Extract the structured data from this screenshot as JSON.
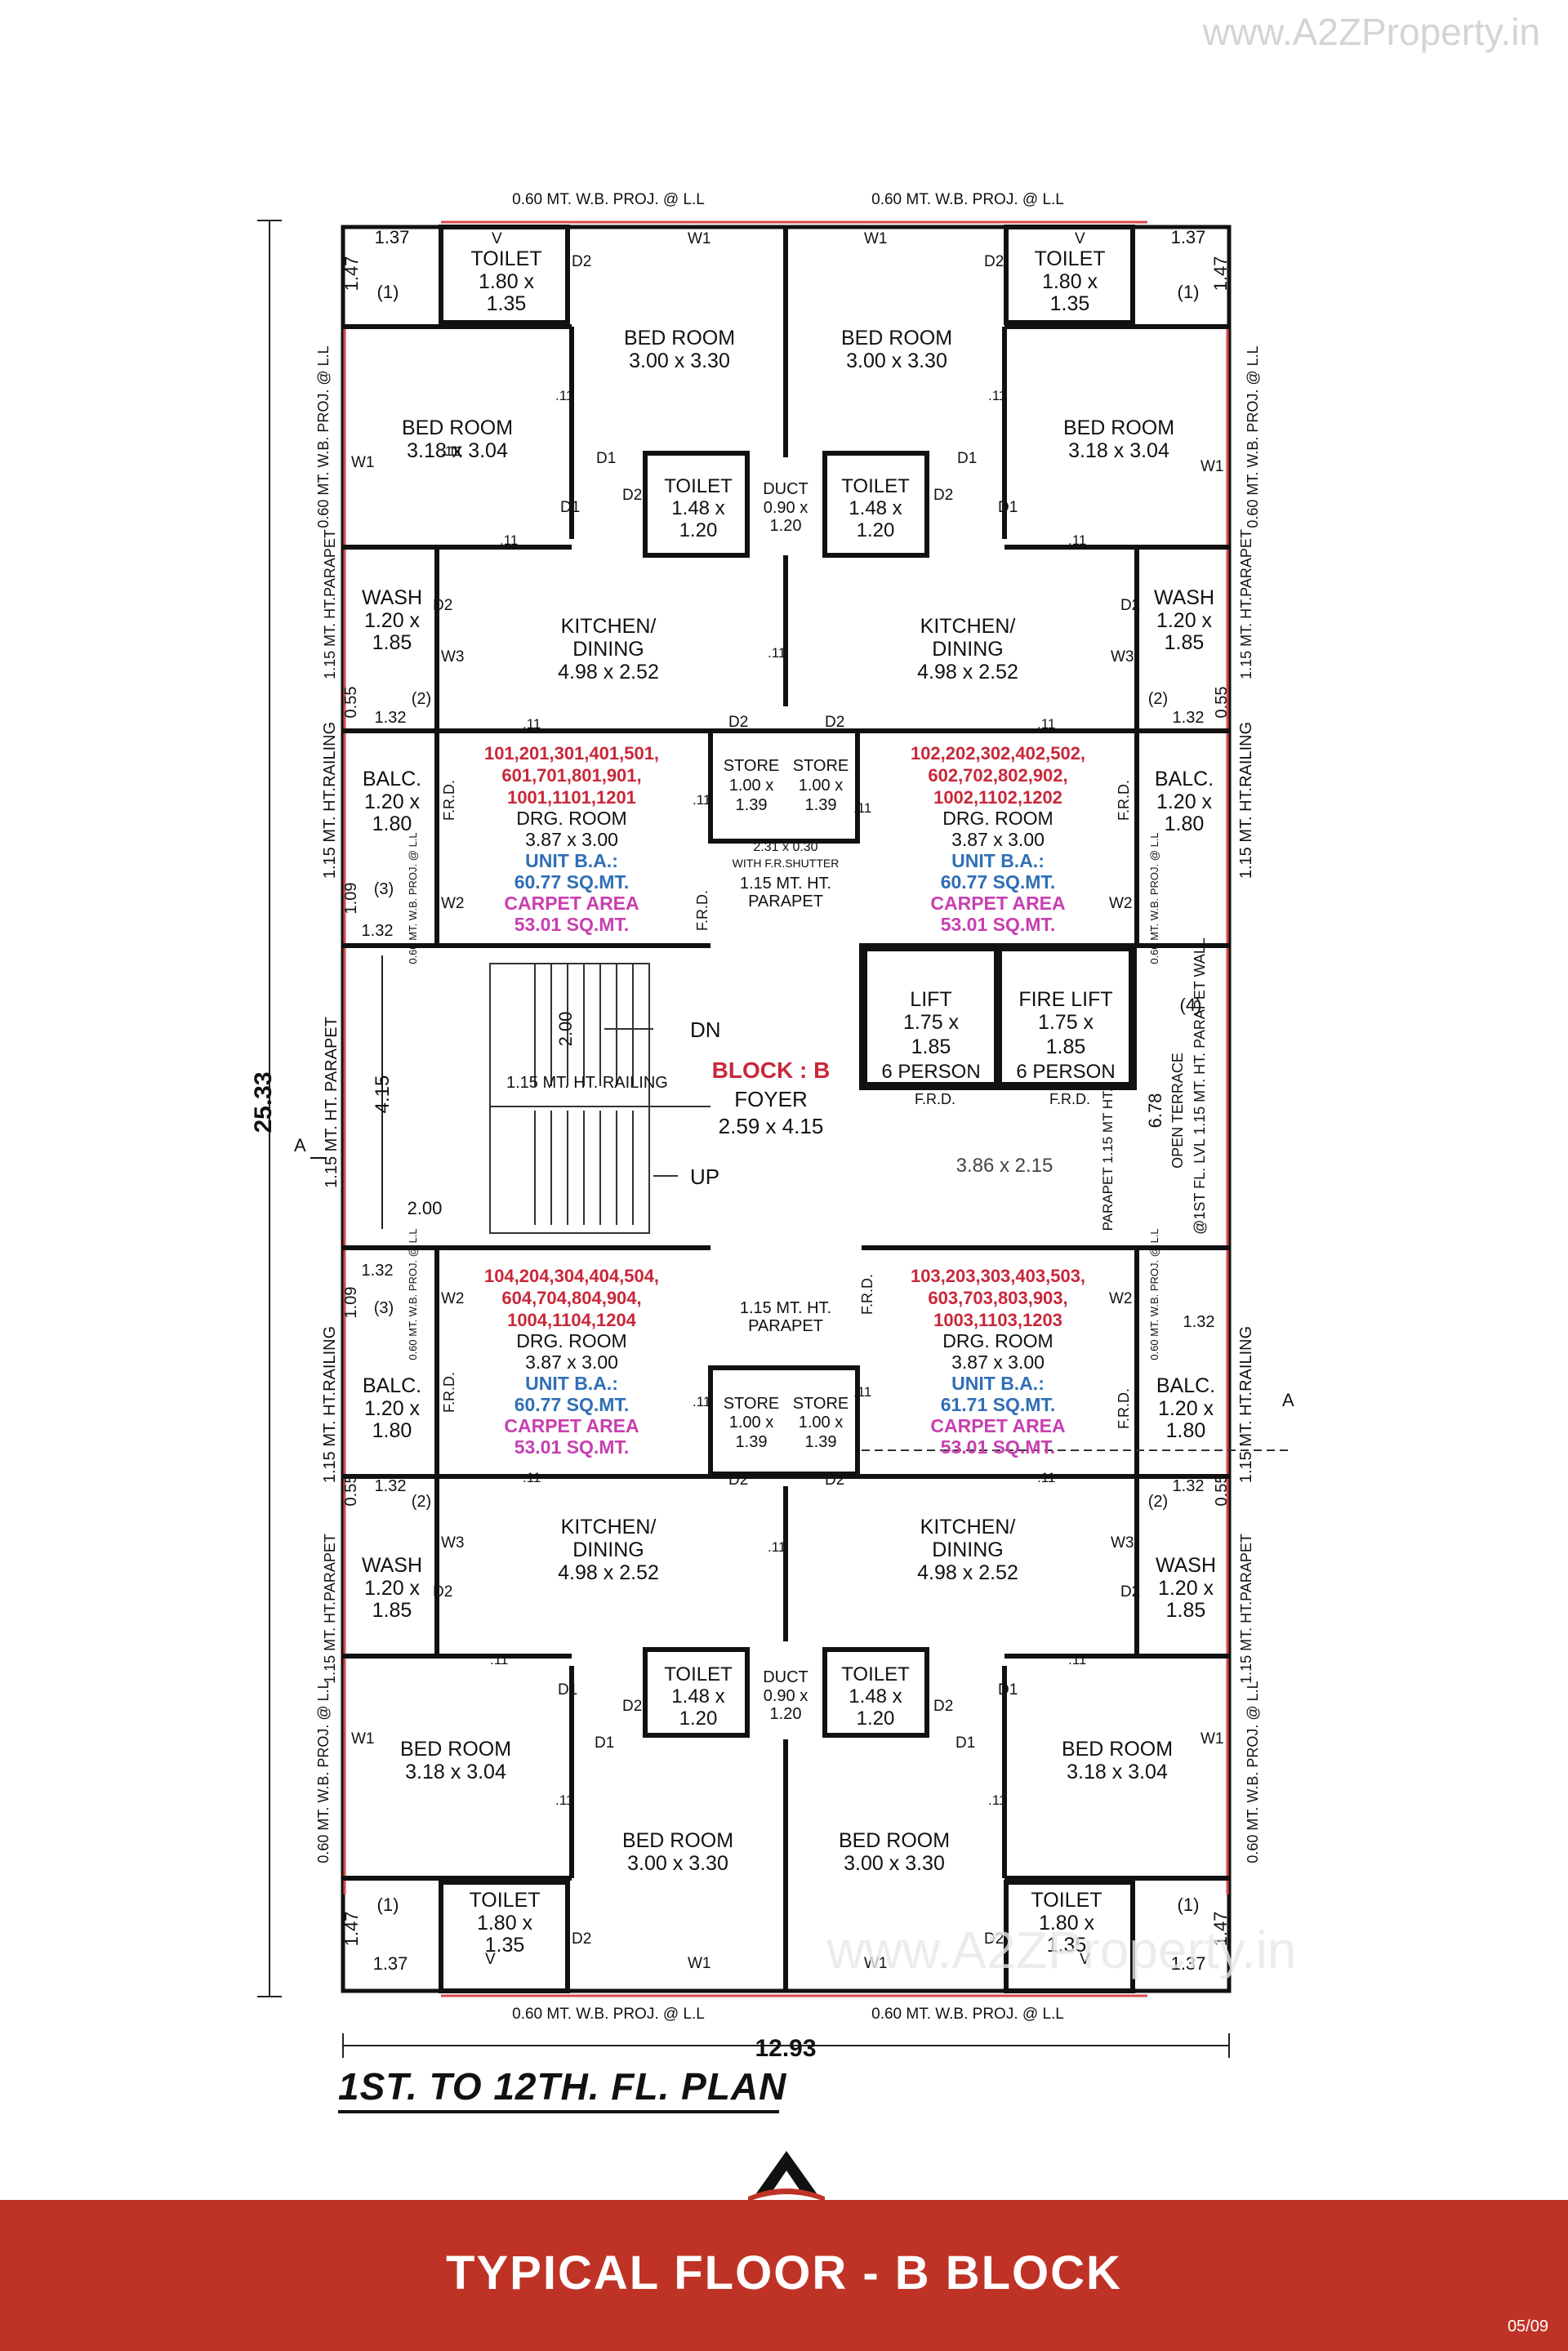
{
  "watermark": "www.A2ZProperty.in",
  "plan_title": "1ST. TO 12TH. FL. PLAN",
  "footer_title": "TYPICAL FLOOR - B BLOCK",
  "page_number": "05/09",
  "colors": {
    "footer": "#bf3326",
    "units": "#c8283a",
    "area": "#2f6fb6",
    "carpet": "#c83fb0",
    "ink": "#111111"
  },
  "dimensions": {
    "overall_height": "25.33",
    "overall_width": "12.93",
    "mid_label": "4.15",
    "stair_run": "2.00",
    "landing": "2.00"
  },
  "center": {
    "block": "BLOCK : B",
    "foyer": "FOYER",
    "foyer_size": "2.59 x 4.15",
    "dn": "DN",
    "up": "UP",
    "railing": "1.15 MT. HT. RAILING",
    "lift_lobby": "3.86 x 2.15",
    "parapet_left": "1.15 MT. HT. PARAPET",
    "parapet_top": "1.15 MT. HT.",
    "parapet_word": "PARAPET",
    "open_terrace": "OPEN TERRACE",
    "terrace_num": "(4)",
    "terrace_dim": "6.78",
    "lift": {
      "name": "LIFT",
      "size": "1.75 x",
      "size2": "1.85",
      "cap": "6 PERSON"
    },
    "fire_lift": {
      "name": "FIRE LIFT",
      "size": "1.75 x",
      "size2": "1.85",
      "cap": "6 PERSON"
    },
    "frd": "F.R.D.",
    "parapet_vert": "PARAPET 1.15 MT HT.",
    "terrace_wall": "@1ST FL. LVL 1.15 MT. HT. PARAPET WALL"
  },
  "common": {
    "wb_proj": "0.60 MT. W.B. PROJ. @ L.L",
    "railing_v": "1.15 MT. HT.RAILING",
    "parapet_v": "1.15 MT. HT.PARAPET",
    "wb_proj_v": "0.60 MT. W.B. PROJ. @ L.L",
    "wb_proj_small": "0.60 MT. W.B. PROJ. @ L.L"
  },
  "units": [
    {
      "id": "unit-101",
      "numbers": [
        "101,201,301,401,501,",
        "601,701,801,901,",
        "1001,1101,1201"
      ],
      "drg": "DRG. ROOM",
      "drg_size": "3.87 x 3.00",
      "ba_label": "UNIT B.A.:",
      "ba": "60.77 SQ.MT.",
      "carpet_label": "CARPET AREA",
      "carpet": "53.01 SQ.MT."
    },
    {
      "id": "unit-102",
      "numbers": [
        "102,202,302,402,502,",
        "602,702,802,902,",
        "1002,1102,1202"
      ],
      "drg": "DRG. ROOM",
      "drg_size": "3.87 x 3.00",
      "ba_label": "UNIT B.A.:",
      "ba": "60.77 SQ.MT.",
      "carpet_label": "CARPET AREA",
      "carpet": "53.01 SQ.MT."
    },
    {
      "id": "unit-104",
      "numbers": [
        "104,204,304,404,504,",
        "604,704,804,904,",
        "1004,1104,1204"
      ],
      "drg": "DRG. ROOM",
      "drg_size": "3.87 x 3.00",
      "ba_label": "UNIT B.A.:",
      "ba": "60.77 SQ.MT.",
      "carpet_label": "CARPET AREA",
      "carpet": "53.01 SQ.MT."
    },
    {
      "id": "unit-103",
      "numbers": [
        "103,203,303,403,503,",
        "603,703,803,903,",
        "1003,1103,1203"
      ],
      "drg": "DRG. ROOM",
      "drg_size": "3.87 x 3.00",
      "ba_label": "UNIT B.A.:",
      "ba": "61.71 SQ.MT.",
      "carpet_label": "CARPET AREA",
      "carpet": "53.01 SQ.MT."
    }
  ],
  "rooms": {
    "toilet_corner": {
      "name": "TOILET",
      "size": "1.80 x",
      "size2": "1.35"
    },
    "bed_inner": {
      "name": "BED ROOM",
      "size": "3.00 x 3.30"
    },
    "bed_outer": {
      "name": "BED ROOM",
      "size": "3.18 x 3.04"
    },
    "toilet_mid": {
      "name": "TOILET",
      "size": "1.48 x",
      "size2": "1.20"
    },
    "duct": {
      "name": "DUCT",
      "size": "0.90 x",
      "size2": "1.20"
    },
    "wash": {
      "name": "WASH",
      "size": "1.20 x",
      "size2": "1.85"
    },
    "kitchen": {
      "name": "KITCHEN/",
      "name2": "DINING",
      "size": "4.98 x 2.52"
    },
    "balc": {
      "name": "BALC.",
      "size": "1.20 x",
      "size2": "1.80"
    },
    "store": {
      "name": "STORE",
      "size": "1.00 x",
      "size2": "1.39"
    },
    "corner": {
      "w": "1.37",
      "h": "1.47",
      "num": "(1)"
    },
    "gap2": {
      "w": "1.32",
      "h": "0.55",
      "num": "(2)"
    },
    "gap3": {
      "w": "1.32",
      "h": "1.09",
      "num": "(3)"
    }
  },
  "tags": {
    "d1": "D1",
    "d2": "D2",
    "w1": "W1",
    "w2": "W2",
    "w3": "W3",
    "v": "V",
    "frd": "F.R.D.",
    "p11": ".11",
    "a": "A"
  },
  "parapet_plan": {
    "top": "1.15 MT. HT.",
    "bottom": "PARAPET",
    "shutter": "2.31 x 0.30",
    "shutter2": "WITH F.R.SHUTTER"
  }
}
